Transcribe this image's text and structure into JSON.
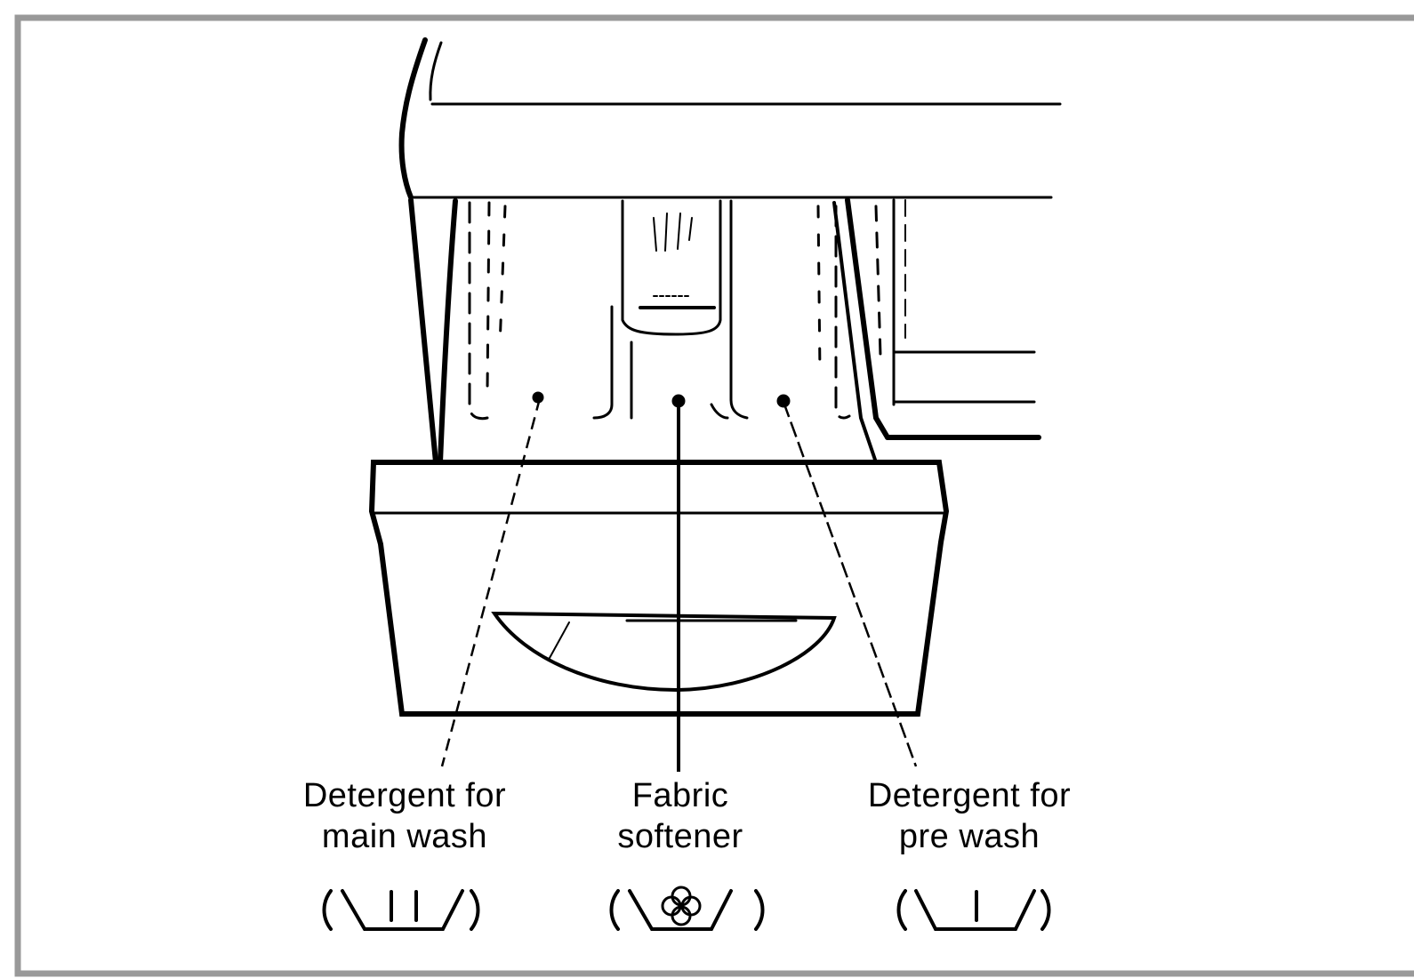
{
  "diagram": {
    "compartments": [
      {
        "id": "main",
        "label_line1": "Detergent for",
        "label_line2": "main wash",
        "symbol_name": "main-wash-symbol-icon"
      },
      {
        "id": "softener",
        "label_line1": "Fabric",
        "label_line2": "softener",
        "symbol_name": "fabric-softener-symbol-icon"
      },
      {
        "id": "pre",
        "label_line1": "Detergent for",
        "label_line2": "pre wash",
        "symbol_name": "pre-wash-symbol-icon"
      }
    ],
    "colors": {
      "line": "#000000",
      "border": "#999999",
      "background": "#ffffff"
    }
  }
}
